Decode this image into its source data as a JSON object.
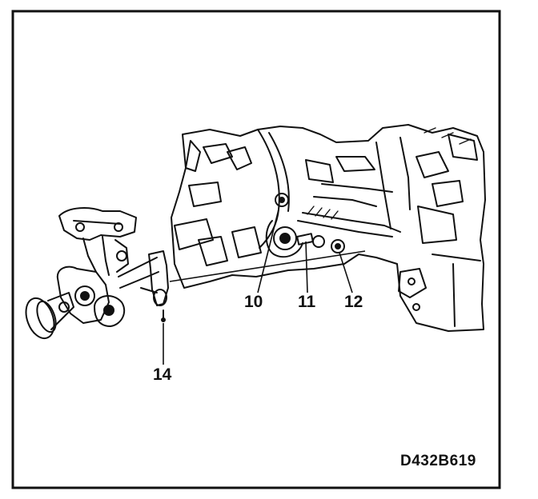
{
  "callouts": {
    "c10": "10",
    "c11": "11",
    "c12": "12",
    "c14": "14"
  },
  "figure_code": "D432B619",
  "colors": {
    "ink": "#111111",
    "paper": "#ffffff"
  }
}
